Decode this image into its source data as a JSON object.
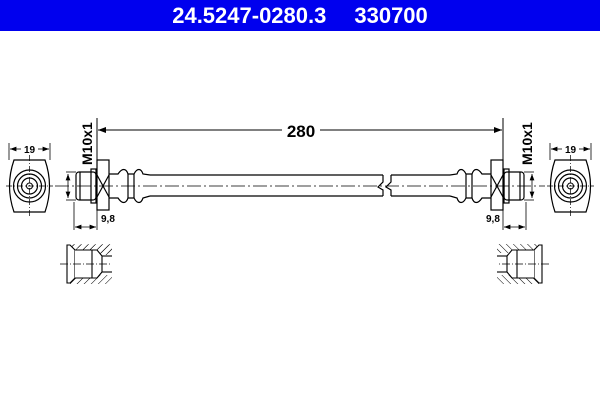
{
  "header": {
    "part_number": "24.5247-0280.3",
    "ref_number": "330700",
    "background": "#0000ee"
  },
  "dimensions": {
    "length": "280",
    "thread_left": "M10x1",
    "thread_right": "M10x1",
    "wrench_left": "19",
    "wrench_right": "19",
    "offset_left": "9,8",
    "offset_right": "9,8"
  }
}
